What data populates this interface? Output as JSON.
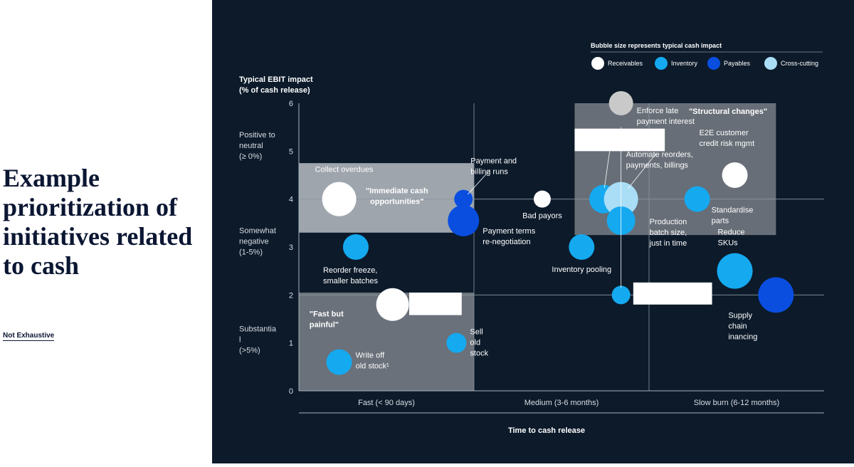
{
  "slide": {
    "title": "Example prioritization of initiatives related to cash",
    "note": "Not Exhaustive"
  },
  "colors": {
    "background": "#0c1a2a",
    "Receivables": "#ffffff",
    "Inventory": "#15a9f0",
    "Payables": "#0a4ee0",
    "Cross-cutting": "#a9def6",
    "muted": "#c9c9c9"
  },
  "chart_data": {
    "type": "scatter",
    "ylabel": "Typical EBIT impact\n(% of cash release)",
    "xlabel": "Time to cash release",
    "xlim": [
      0,
      6
    ],
    "ylim": [
      0,
      6
    ],
    "yticks": [
      "0",
      "1",
      "2",
      "3",
      "4",
      "5",
      "6"
    ],
    "xcategories": [
      "Fast (< 90 days)",
      "Medium (3-6 months)",
      "Slow burn (6-12 months)"
    ],
    "ycategories": [
      "Positive to\nneutral\n(≥ 0%)",
      "Somewhat\nnegative\n(1-5%)",
      "Substantia\nl\n(>5%)"
    ],
    "legend_title": "Bubble size represents typical cash impact",
    "legend": [
      {
        "name": "Receivables",
        "color": "#ffffff"
      },
      {
        "name": "Inventory",
        "color": "#15a9f0"
      },
      {
        "name": "Payables",
        "color": "#0a4ee0"
      },
      {
        "name": "Cross-cutting",
        "color": "#a9def6"
      }
    ],
    "regions": [
      {
        "label": "\"Immediate cash\nopportunities\"",
        "x0": 0,
        "x1": 2.0,
        "y0": 3.3,
        "y1": 4.75,
        "fill": "#c3c8ce",
        "opacity": 0.8
      },
      {
        "label": "\"Fast but\npainful\"",
        "x0": 0,
        "x1": 2.0,
        "y0": 0,
        "y1": 2.05,
        "fill": "#8a8f95",
        "opacity": 0.75
      },
      {
        "label": "\"Structural changes\"",
        "x0": 3.15,
        "x1": 5.45,
        "y0": 3.25,
        "y1": 6,
        "fill": "#8a8f95",
        "opacity": 0.72
      }
    ],
    "redactions": [
      {
        "x0": 3.15,
        "x1": 4.18,
        "y0": 5.0,
        "y1": 5.47
      },
      {
        "x0": 1.26,
        "x1": 1.86,
        "y0": 1.58,
        "y1": 2.05
      },
      {
        "x0": 3.82,
        "x1": 4.72,
        "y0": 1.8,
        "y1": 2.26
      }
    ],
    "points": [
      {
        "label": "Collect overdues",
        "category": "Receivables",
        "x": 0.46,
        "y": 4.0,
        "r": 24
      },
      {
        "label": "Reorder freeze,\nsmaller batches",
        "category": "Inventory",
        "x": 0.65,
        "y": 3.0,
        "r": 18
      },
      {
        "label": "Payment and\nbilling runs",
        "category": "Payables",
        "x": 1.88,
        "y": 4.0,
        "r": 13
      },
      {
        "label": "Payment terms\nre-negotiation",
        "category": "Payables",
        "x": 1.88,
        "y": 3.55,
        "r": 22
      },
      {
        "label": "Bad payors",
        "category": "Receivables",
        "x": 2.78,
        "y": 4.0,
        "r": 12
      },
      {
        "label": "Inventory pooling",
        "category": "Inventory",
        "x": 3.23,
        "y": 3.0,
        "r": 18
      },
      {
        "label": "",
        "category": "Inventory",
        "x": 3.48,
        "y": 4.0,
        "r": 20
      },
      {
        "label": "Automate reorders,\npayments, billings",
        "category": "Cross-cutting",
        "x": 3.68,
        "y": 4.0,
        "r": 24
      },
      {
        "label": "Production\nbatch size,\njust in time",
        "category": "Inventory",
        "x": 3.68,
        "y": 3.55,
        "r": 20
      },
      {
        "label": "",
        "category": "Inventory",
        "x": 3.68,
        "y": 2.0,
        "r": 13
      },
      {
        "label": "Enforce late\npayment interest",
        "category": "Receivables",
        "muted": true,
        "x": 3.68,
        "y": 6.0,
        "r": 17
      },
      {
        "label": "E2E customer\ncredit risk mgmt",
        "category": "Receivables",
        "x": 4.98,
        "y": 4.5,
        "r": 18
      },
      {
        "label": "Standardise\nparts",
        "category": "Inventory",
        "x": 4.55,
        "y": 4.0,
        "r": 18
      },
      {
        "label": "Reduce\nSKUs",
        "category": "Inventory",
        "x": 4.98,
        "y": 2.5,
        "r": 25
      },
      {
        "label": "Supply\nchain\ninancing",
        "category": "Payables",
        "x": 5.45,
        "y": 2.0,
        "r": 25
      },
      {
        "label": "",
        "category": "Receivables",
        "x": 1.07,
        "y": 1.8,
        "r": 23
      },
      {
        "label": "Sell\nold\nstock",
        "category": "Inventory",
        "x": 1.8,
        "y": 1.0,
        "r": 14
      },
      {
        "label": "Write off\nold stock¹",
        "category": "Inventory",
        "x": 0.46,
        "y": 0.6,
        "r": 18
      }
    ]
  }
}
